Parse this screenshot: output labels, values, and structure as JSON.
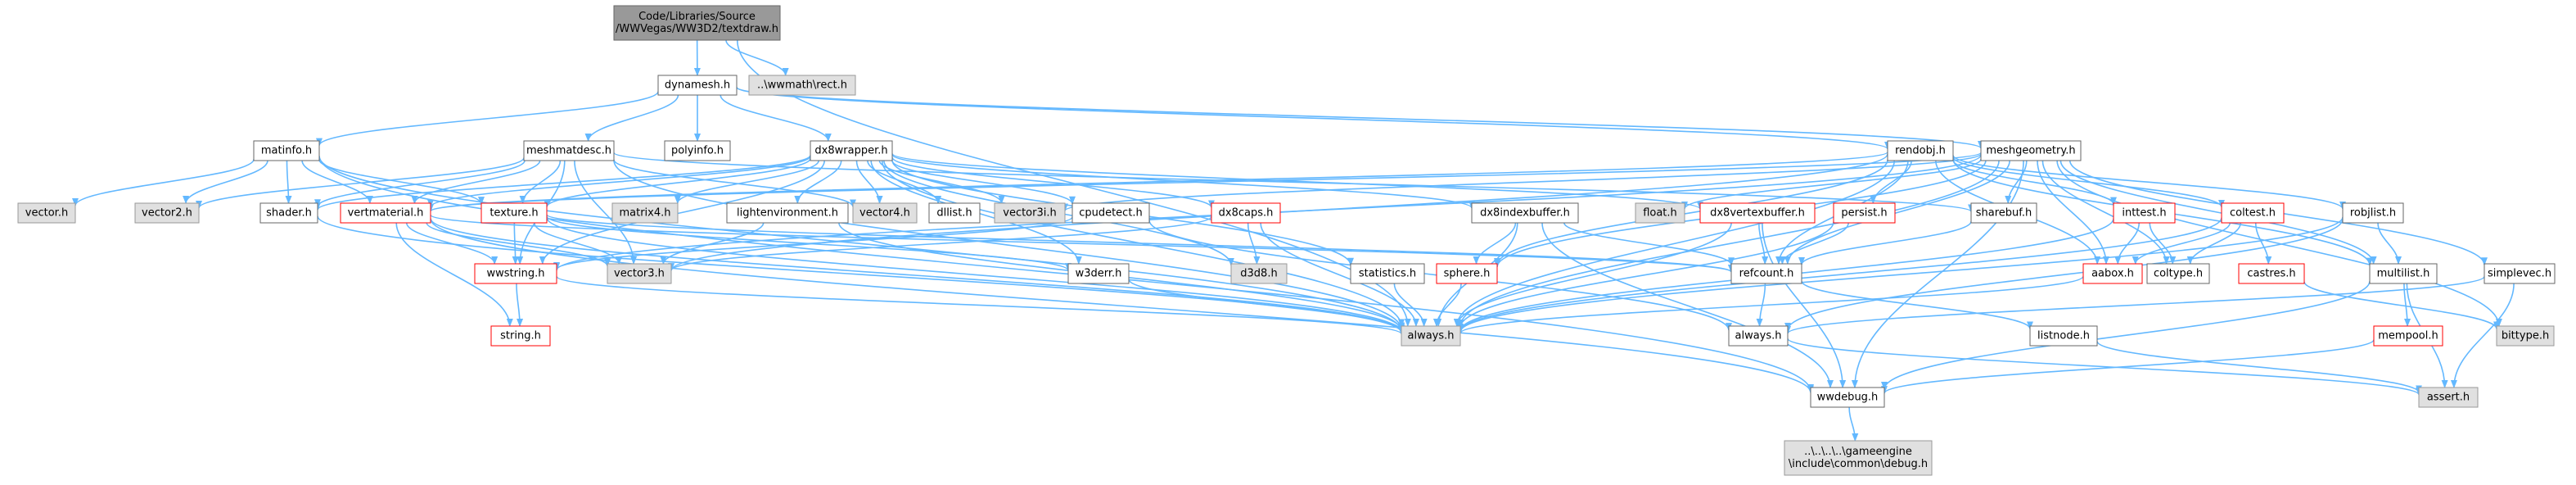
{
  "graph": {
    "colors": {
      "edge": "#63B8FF",
      "border_default": "#666666",
      "border_red": "#FF0000",
      "fill_root": "#999999",
      "fill_white": "#FFFFFF",
      "fill_gray": "#E0E0E0",
      "text": "#000000"
    },
    "nodes": [
      {
        "id": "root",
        "lines": [
          "Code/Libraries/Source",
          "/WWVegas/WW3D2/textdraw.h"
        ],
        "style": "root"
      },
      {
        "id": "wwmathrect",
        "lines": [
          "..\\wwmath\\rect.h"
        ],
        "style": "gray"
      },
      {
        "id": "dynamesh",
        "lines": [
          "dynamesh.h"
        ],
        "style": "white"
      },
      {
        "id": "matinfo",
        "lines": [
          "matinfo.h"
        ],
        "style": "white"
      },
      {
        "id": "meshmatdesc",
        "lines": [
          "meshmatdesc.h"
        ],
        "style": "white"
      },
      {
        "id": "polyinfo",
        "lines": [
          "polyinfo.h"
        ],
        "style": "white"
      },
      {
        "id": "dx8wrapper",
        "lines": [
          "dx8wrapper.h"
        ],
        "style": "white"
      },
      {
        "id": "rendobj",
        "lines": [
          "rendobj.h"
        ],
        "style": "white"
      },
      {
        "id": "meshgeometry",
        "lines": [
          "meshgeometry.h"
        ],
        "style": "white"
      },
      {
        "id": "vector",
        "lines": [
          "vector.h"
        ],
        "style": "gray"
      },
      {
        "id": "vector2",
        "lines": [
          "vector2.h"
        ],
        "style": "gray"
      },
      {
        "id": "shader",
        "lines": [
          "shader.h"
        ],
        "style": "white"
      },
      {
        "id": "vertmaterial",
        "lines": [
          "vertmaterial.h"
        ],
        "style": "red"
      },
      {
        "id": "texture",
        "lines": [
          "texture.h"
        ],
        "style": "red"
      },
      {
        "id": "matrix4",
        "lines": [
          "matrix4.h"
        ],
        "style": "gray"
      },
      {
        "id": "lightenvironment",
        "lines": [
          "lightenvironment.h"
        ],
        "style": "white"
      },
      {
        "id": "vector4",
        "lines": [
          "vector4.h"
        ],
        "style": "gray"
      },
      {
        "id": "dllist",
        "lines": [
          "dllist.h"
        ],
        "style": "white"
      },
      {
        "id": "vector3i",
        "lines": [
          "vector3i.h"
        ],
        "style": "gray"
      },
      {
        "id": "cpudetect",
        "lines": [
          "cpudetect.h"
        ],
        "style": "white"
      },
      {
        "id": "dx8caps",
        "lines": [
          "dx8caps.h"
        ],
        "style": "red"
      },
      {
        "id": "dx8indexbuffer",
        "lines": [
          "dx8indexbuffer.h"
        ],
        "style": "white"
      },
      {
        "id": "float",
        "lines": [
          "float.h"
        ],
        "style": "gray"
      },
      {
        "id": "dx8vertexbuffer",
        "lines": [
          "dx8vertexbuffer.h"
        ],
        "style": "red"
      },
      {
        "id": "persist",
        "lines": [
          "persist.h"
        ],
        "style": "red"
      },
      {
        "id": "sharebuf",
        "lines": [
          "sharebuf.h"
        ],
        "style": "white"
      },
      {
        "id": "inttest",
        "lines": [
          "inttest.h"
        ],
        "style": "red"
      },
      {
        "id": "coltest",
        "lines": [
          "coltest.h"
        ],
        "style": "red"
      },
      {
        "id": "robjlist",
        "lines": [
          "robjlist.h"
        ],
        "style": "white"
      },
      {
        "id": "wwstring",
        "lines": [
          "wwstring.h"
        ],
        "style": "red"
      },
      {
        "id": "vector3",
        "lines": [
          "vector3.h"
        ],
        "style": "gray"
      },
      {
        "id": "w3derr",
        "lines": [
          "w3derr.h"
        ],
        "style": "white"
      },
      {
        "id": "d3d8",
        "lines": [
          "d3d8.h"
        ],
        "style": "gray"
      },
      {
        "id": "statistics",
        "lines": [
          "statistics.h"
        ],
        "style": "white"
      },
      {
        "id": "sphere",
        "lines": [
          "sphere.h"
        ],
        "style": "red"
      },
      {
        "id": "refcount",
        "lines": [
          "refcount.h"
        ],
        "style": "white"
      },
      {
        "id": "aabox",
        "lines": [
          "aabox.h"
        ],
        "style": "red"
      },
      {
        "id": "castres",
        "lines": [
          "castres.h"
        ],
        "style": "red"
      },
      {
        "id": "coltype",
        "lines": [
          "coltype.h"
        ],
        "style": "white"
      },
      {
        "id": "multilist",
        "lines": [
          "multilist.h"
        ],
        "style": "white"
      },
      {
        "id": "simplevec",
        "lines": [
          "simplevec.h"
        ],
        "style": "white"
      },
      {
        "id": "string",
        "lines": [
          "string.h"
        ],
        "style": "red"
      },
      {
        "id": "always",
        "lines": [
          "always.h"
        ],
        "style": "gray"
      },
      {
        "id": "alwaysw",
        "lines": [
          "always.h"
        ],
        "style": "white"
      },
      {
        "id": "listnode",
        "lines": [
          "listnode.h"
        ],
        "style": "white"
      },
      {
        "id": "mempool",
        "lines": [
          "mempool.h"
        ],
        "style": "red"
      },
      {
        "id": "bittype",
        "lines": [
          "bittype.h"
        ],
        "style": "gray"
      },
      {
        "id": "wwdebug",
        "lines": [
          "wwdebug.h"
        ],
        "style": "white"
      },
      {
        "id": "assert",
        "lines": [
          "assert.h"
        ],
        "style": "gray"
      },
      {
        "id": "gedebug",
        "lines": [
          "..\\..\\..\\..\\gameengine",
          "\\include\\common\\debug.h"
        ],
        "style": "gray"
      }
    ],
    "edges": [
      [
        "root",
        "wwmathrect"
      ],
      [
        "root",
        "dynamesh"
      ],
      [
        "root",
        "always"
      ],
      [
        "dynamesh",
        "matinfo"
      ],
      [
        "dynamesh",
        "meshmatdesc"
      ],
      [
        "dynamesh",
        "polyinfo"
      ],
      [
        "dynamesh",
        "dx8wrapper"
      ],
      [
        "dynamesh",
        "rendobj"
      ],
      [
        "dynamesh",
        "meshgeometry"
      ],
      [
        "matinfo",
        "vector"
      ],
      [
        "matinfo",
        "vector2"
      ],
      [
        "matinfo",
        "shader"
      ],
      [
        "matinfo",
        "vertmaterial"
      ],
      [
        "matinfo",
        "texture"
      ],
      [
        "matinfo",
        "always"
      ],
      [
        "matinfo",
        "wwdebug"
      ],
      [
        "meshmatdesc",
        "vector2"
      ],
      [
        "meshmatdesc",
        "shader"
      ],
      [
        "meshmatdesc",
        "vertmaterial"
      ],
      [
        "meshmatdesc",
        "texture"
      ],
      [
        "meshmatdesc",
        "vector3"
      ],
      [
        "meshmatdesc",
        "wwstring"
      ],
      [
        "meshmatdesc",
        "vector4"
      ],
      [
        "meshmatdesc",
        "sharebuf"
      ],
      [
        "meshmatdesc",
        "always"
      ],
      [
        "dx8wrapper",
        "shader"
      ],
      [
        "dx8wrapper",
        "vertmaterial"
      ],
      [
        "dx8wrapper",
        "texture"
      ],
      [
        "dx8wrapper",
        "matrix4"
      ],
      [
        "dx8wrapper",
        "lightenvironment"
      ],
      [
        "dx8wrapper",
        "vector4"
      ],
      [
        "dx8wrapper",
        "dllist"
      ],
      [
        "dx8wrapper",
        "vector3i"
      ],
      [
        "dx8wrapper",
        "cpudetect"
      ],
      [
        "dx8wrapper",
        "dx8caps"
      ],
      [
        "dx8wrapper",
        "dx8indexbuffer"
      ],
      [
        "dx8wrapper",
        "dx8vertexbuffer"
      ],
      [
        "dx8wrapper",
        "w3derr"
      ],
      [
        "dx8wrapper",
        "d3d8"
      ],
      [
        "dx8wrapper",
        "statistics"
      ],
      [
        "dx8wrapper",
        "always"
      ],
      [
        "dx8wrapper",
        "wwstring"
      ],
      [
        "rendobj",
        "vertmaterial"
      ],
      [
        "rendobj",
        "refcount"
      ],
      [
        "rendobj",
        "sphere"
      ],
      [
        "rendobj",
        "persist"
      ],
      [
        "rendobj",
        "inttest"
      ],
      [
        "rendobj",
        "coltest"
      ],
      [
        "rendobj",
        "aabox"
      ],
      [
        "rendobj",
        "always"
      ],
      [
        "rendobj",
        "vector3"
      ],
      [
        "rendobj",
        "robjlist"
      ],
      [
        "rendobj",
        "multilist"
      ],
      [
        "meshgeometry",
        "refcount"
      ],
      [
        "meshgeometry",
        "bittype"
      ],
      [
        "meshgeometry",
        "float"
      ],
      [
        "meshgeometry",
        "vector3i"
      ],
      [
        "meshgeometry",
        "sharebuf"
      ],
      [
        "meshgeometry",
        "simplevec"
      ],
      [
        "meshgeometry",
        "sphere"
      ],
      [
        "meshgeometry",
        "aabox"
      ],
      [
        "meshgeometry",
        "coltype"
      ],
      [
        "meshgeometry",
        "multilist"
      ],
      [
        "meshgeometry",
        "wwdebug"
      ],
      [
        "meshgeometry",
        "always"
      ],
      [
        "meshgeometry",
        "vertmaterial"
      ],
      [
        "meshgeometry",
        "wwstring"
      ],
      [
        "shader",
        "always"
      ],
      [
        "vertmaterial",
        "vector3"
      ],
      [
        "vertmaterial",
        "wwstring"
      ],
      [
        "vertmaterial",
        "refcount"
      ],
      [
        "vertmaterial",
        "string"
      ],
      [
        "vertmaterial",
        "always"
      ],
      [
        "vertmaterial",
        "wwdebug"
      ],
      [
        "texture",
        "wwstring"
      ],
      [
        "texture",
        "vector3"
      ],
      [
        "texture",
        "refcount"
      ],
      [
        "texture",
        "always"
      ],
      [
        "texture",
        "w3derr"
      ],
      [
        "lightenvironment",
        "vector3"
      ],
      [
        "lightenvironment",
        "always"
      ],
      [
        "cpudetect",
        "wwstring"
      ],
      [
        "cpudetect",
        "alwaysw"
      ],
      [
        "dx8caps",
        "d3d8"
      ],
      [
        "dx8caps",
        "always"
      ],
      [
        "dx8caps",
        "vector3"
      ],
      [
        "dx8indexbuffer",
        "sphere"
      ],
      [
        "dx8indexbuffer",
        "refcount"
      ],
      [
        "dx8indexbuffer",
        "always"
      ],
      [
        "dx8indexbuffer",
        "wwdebug"
      ],
      [
        "dx8vertexbuffer",
        "refcount"
      ],
      [
        "dx8vertexbuffer",
        "always"
      ],
      [
        "dx8vertexbuffer",
        "wwdebug"
      ],
      [
        "persist",
        "refcount"
      ],
      [
        "persist",
        "always"
      ],
      [
        "sharebuf",
        "refcount"
      ],
      [
        "inttest",
        "aabox"
      ],
      [
        "inttest",
        "coltype"
      ],
      [
        "inttest",
        "always"
      ],
      [
        "coltest",
        "aabox"
      ],
      [
        "coltest",
        "castres"
      ],
      [
        "coltest",
        "coltype"
      ],
      [
        "coltest",
        "always"
      ],
      [
        "robjlist",
        "multilist"
      ],
      [
        "robjlist",
        "always"
      ],
      [
        "robjlist",
        "alwaysw"
      ],
      [
        "wwstring",
        "string"
      ],
      [
        "wwstring",
        "always"
      ],
      [
        "w3derr",
        "always"
      ],
      [
        "statistics",
        "always"
      ],
      [
        "sphere",
        "always"
      ],
      [
        "refcount",
        "alwaysw"
      ],
      [
        "refcount",
        "listnode"
      ],
      [
        "aabox",
        "always"
      ],
      [
        "castres",
        "bittype"
      ],
      [
        "multilist",
        "mempool"
      ],
      [
        "multilist",
        "assert"
      ],
      [
        "multilist",
        "wwdebug"
      ],
      [
        "simplevec",
        "alwaysw"
      ],
      [
        "simplevec",
        "assert"
      ],
      [
        "alwaysw",
        "assert"
      ],
      [
        "listnode",
        "assert"
      ],
      [
        "mempool",
        "wwdebug"
      ],
      [
        "wwdebug",
        "gedebug"
      ]
    ]
  }
}
